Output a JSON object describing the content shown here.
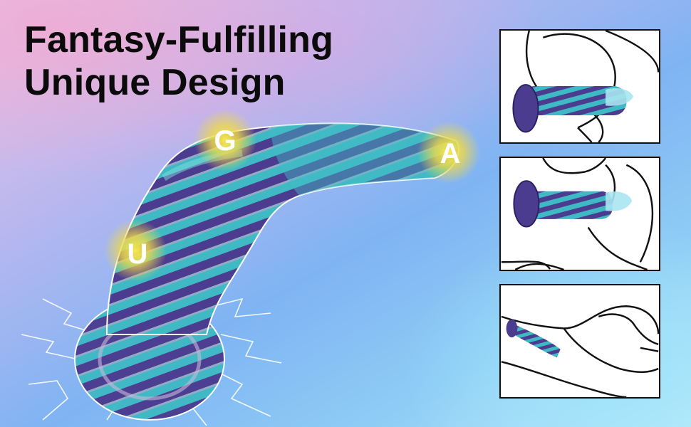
{
  "headline": {
    "line1": "Fantasy-Fulfilling",
    "line2": "Unique Design"
  },
  "zones": [
    {
      "label": "G"
    },
    {
      "label": "A"
    },
    {
      "label": "U"
    }
  ],
  "colors": {
    "text": "#0b0b0b",
    "product_teal": "#3cc4c8",
    "product_purple": "#4a3a8e",
    "glow": "#f3e64a"
  },
  "panels": [
    {
      "name": "position-panel-1"
    },
    {
      "name": "position-panel-2"
    },
    {
      "name": "position-panel-3"
    }
  ]
}
